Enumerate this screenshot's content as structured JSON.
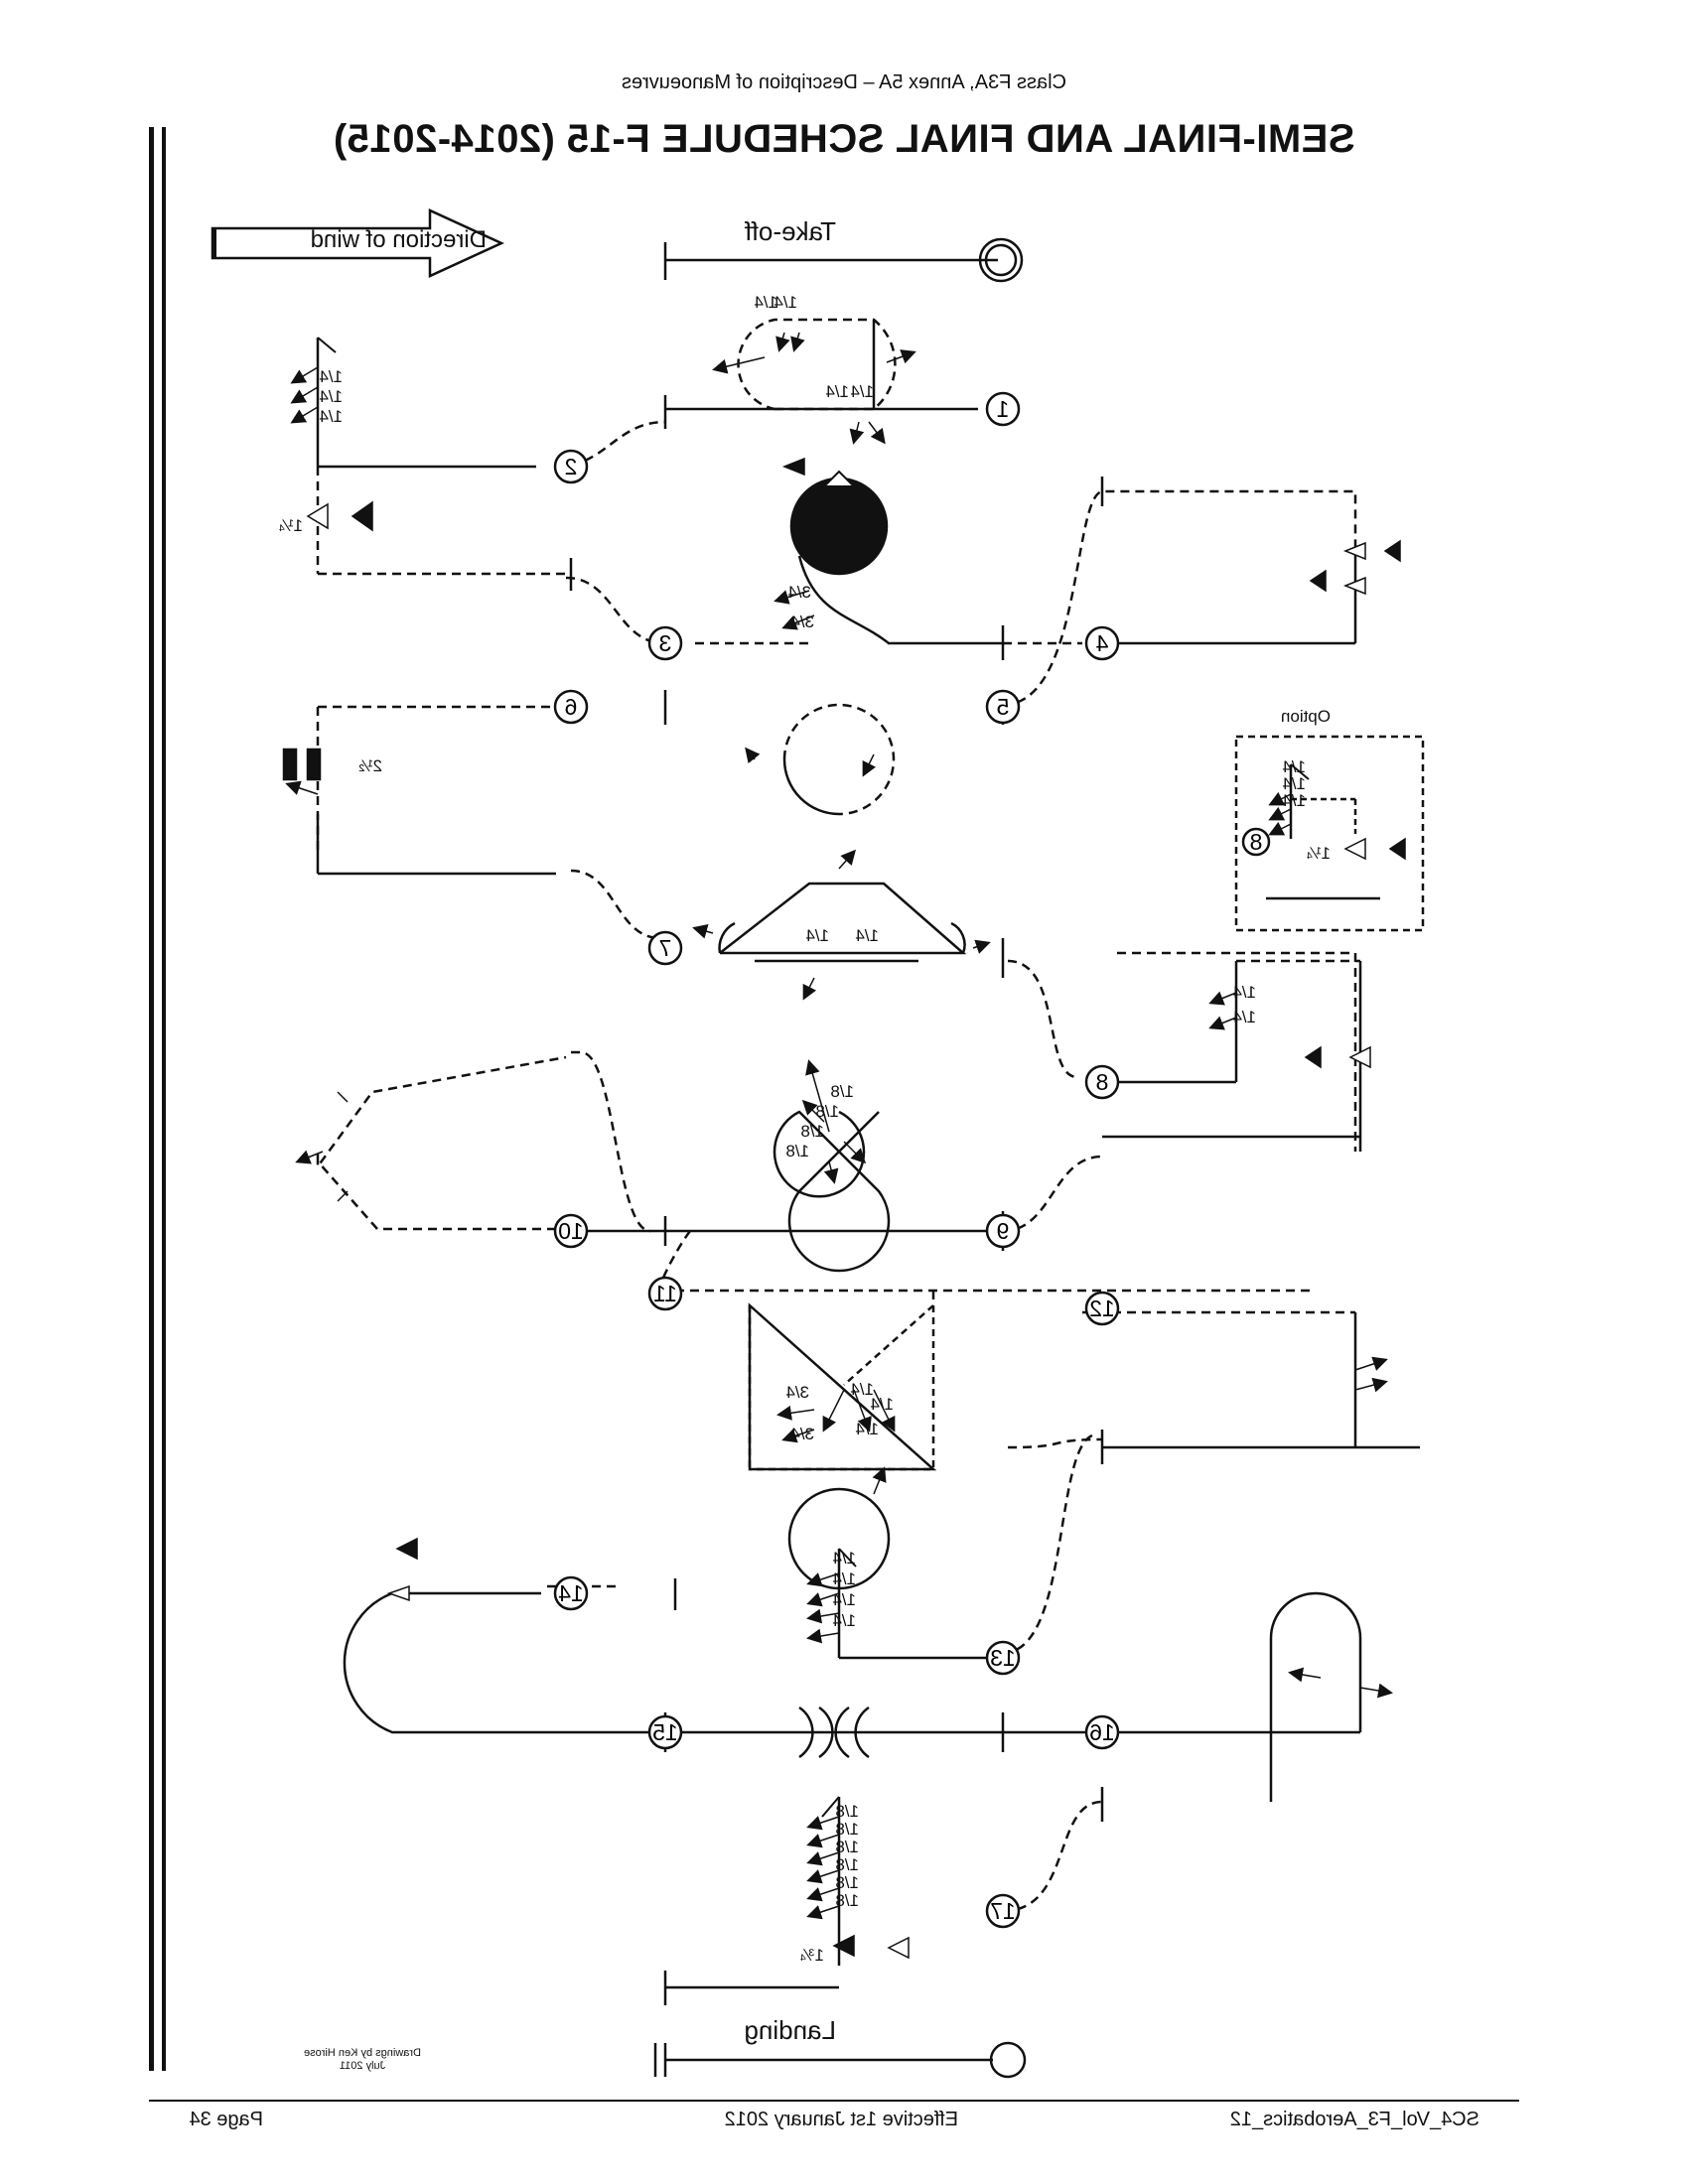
{
  "header": {
    "annex_line": "Class F3A, Annex 5A – Description of Manoeuvres",
    "title": "SEMI-FINAL AND FINAL SCHEDULE F-15  (2014-2015)"
  },
  "wind": {
    "label": "Direction of wind"
  },
  "labels": {
    "takeoff": "Take-off",
    "landing": "Landing",
    "option": "Option"
  },
  "manoeuvre_numbers": [
    "1",
    "2",
    "3",
    "4",
    "5",
    "6",
    "7",
    "8",
    "8",
    "9",
    "10",
    "11",
    "12",
    "13",
    "14",
    "15",
    "16",
    "17"
  ],
  "fractions": {
    "quarter": "1/4",
    "three_quarter": "3/4",
    "eighth": "1/8",
    "one_quarter": "1¼",
    "two_half": "2½",
    "one_three_quarter": "1¾"
  },
  "credit": {
    "line1": "Drawings by Ken Hirose",
    "line2": "July 2011"
  },
  "footer": {
    "doc": "SC4_Vol_F3_Aerobatics_12",
    "effective": "Effective 1st January 2012",
    "page": "Page 34"
  }
}
